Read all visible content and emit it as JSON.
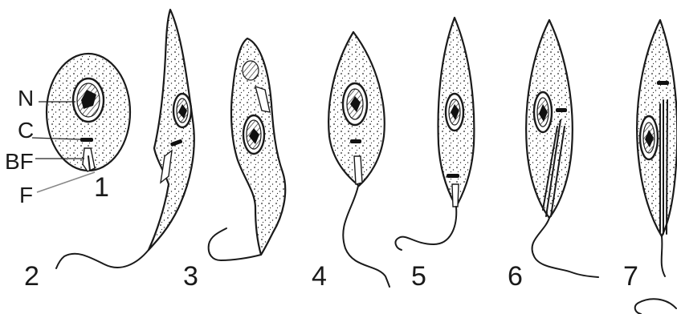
{
  "figure": {
    "stage_numbers": [
      "1",
      "2",
      "3",
      "4",
      "5",
      "6",
      "7"
    ],
    "part_labels": {
      "nucleus": "N",
      "kinetoplast": "C",
      "basal_body": "BF",
      "flagellum": "F"
    }
  },
  "style": {
    "ink_color": "#1a1a1a",
    "background": "#ffffff"
  }
}
